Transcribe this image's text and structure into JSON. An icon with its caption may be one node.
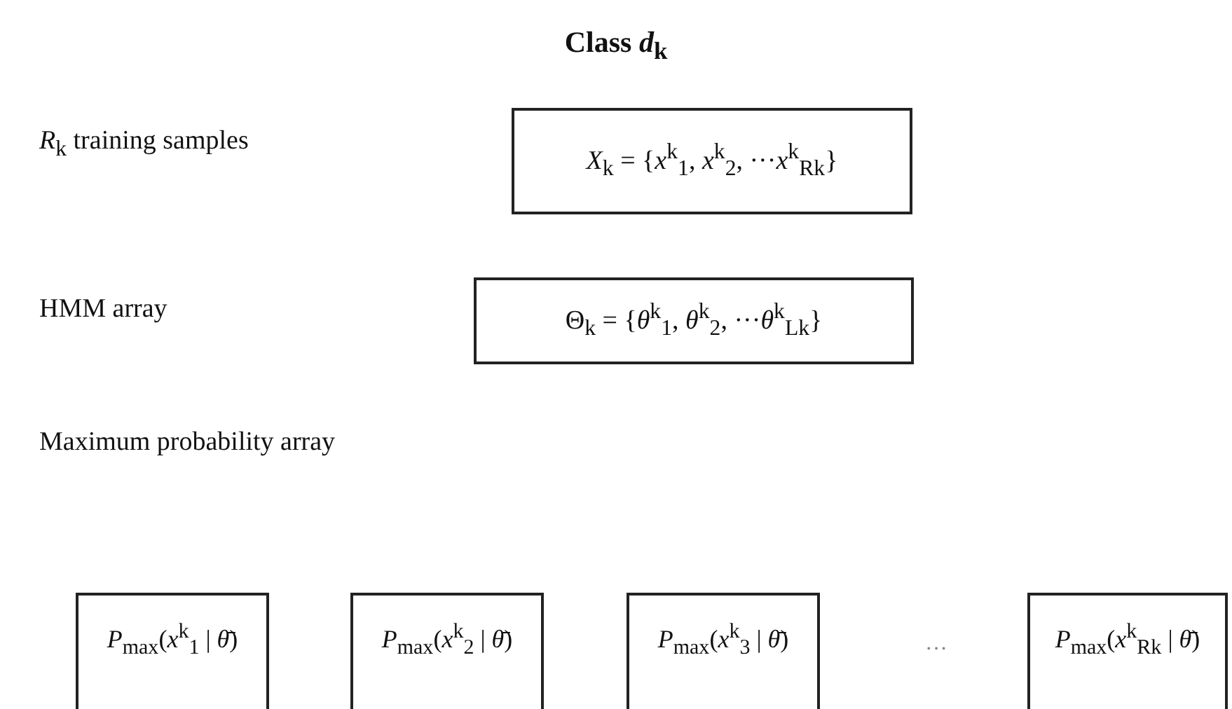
{
  "diagram": {
    "title": "Class *d*$_{k}$",
    "nodes": [
      {
        "text": [
          "*X*$_{k}$ = {*x*$^{k}$$_{1}$, *x*$^{k}$$_{2}$, ···*x*$^{k}$$_{Rk}$}"
        ]
      },
      {
        "text": [
          "Θ$_{k}$ = {*θ*$^{k}$$_{1}$, *θ*$^{k}$$_{2}$, ···*θ*$^{k}$$_{Lk}$}"
        ]
      },
      {
        "text": [
          "*P*$_{max}$(*x*$^{k}$$_{1}$ | *θ̄*)"
        ]
      },
      {
        "text": [
          "*P*$_{max}$(*x*$^{k}$$_{2}$ | *θ̄*)"
        ]
      },
      {
        "text": [
          "*P*$_{max}$(*x*$^{k}$$_{3}$ | *θ̄*)"
        ]
      },
      {
        "text": [
          "*P*$_{max}$(*x*$^{k}$$_{Rk}$ | *θ̄*)"
        ]
      }
    ],
    "labels": [
      "*R*$_{k}$ training samples",
      "HMM array",
      "Maximum probability array",
      "···"
    ]
  }
}
